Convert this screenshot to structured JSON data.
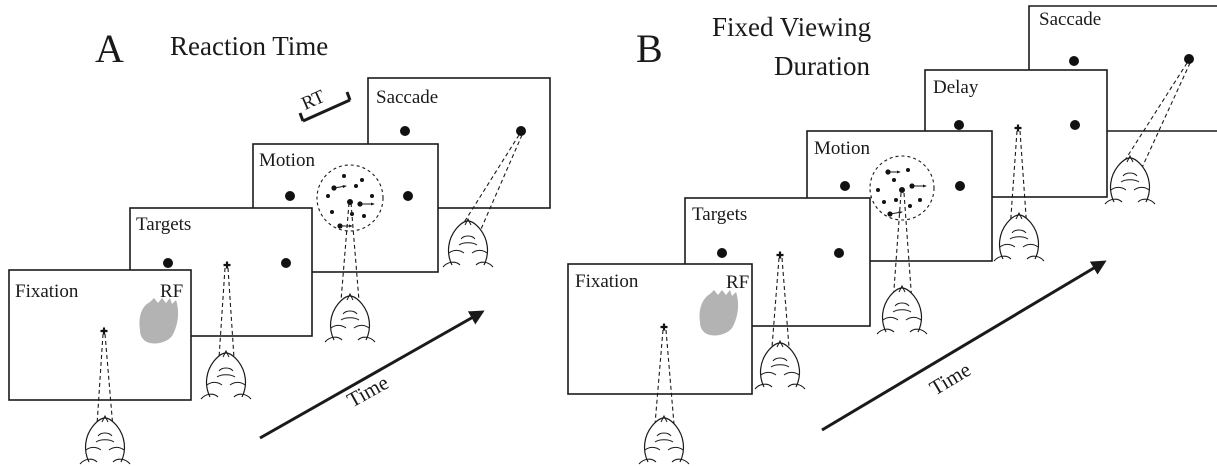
{
  "panel_a": {
    "letter": "A",
    "title": "Reaction Time",
    "rt_label": "RT",
    "frames": {
      "fixation": "Fixation",
      "targets": "Targets",
      "motion": "Motion",
      "saccade": "Saccade"
    },
    "rf_label": "RF",
    "time_label": "Time"
  },
  "panel_b": {
    "letter": "B",
    "title_line1": "Fixed Viewing",
    "title_line2": "Duration",
    "frames": {
      "fixation": "Fixation",
      "targets": "Targets",
      "motion": "Motion",
      "delay": "Delay",
      "saccade": "Saccade"
    },
    "rf_label": "RF",
    "time_label": "Time"
  },
  "colors": {
    "ink": "#1a1a1a",
    "receptive_field": "#b3b3b3"
  },
  "icons": [
    "monkey-head-icon",
    "fixation-cross-icon",
    "motion-arrow-icon",
    "time-arrow-icon"
  ]
}
